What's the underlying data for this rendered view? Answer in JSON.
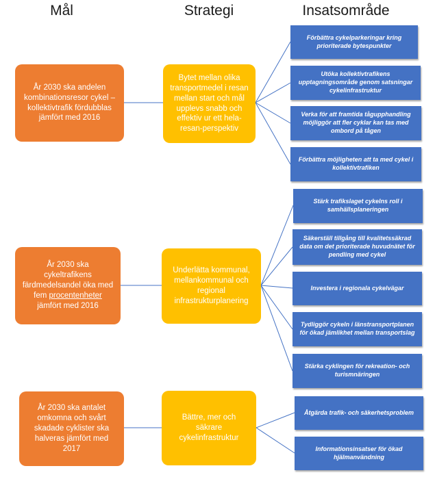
{
  "headers": {
    "goal": "Mål",
    "strategy": "Strategi",
    "area": "Insatsområde"
  },
  "groups": [
    {
      "goal": "År 2030 ska andelen kombinationsresor cykel – kollektivtrafik fördubblas jämfört med 2016",
      "strategy": "Bytet mellan olika transportmedel i resan mellan start och mål upplevs snabb och effektiv ur ett hela-resan-perspektiv",
      "areas": [
        "Förbättra cykelparkeringar kring prioriterade bytespunkter",
        "Utöka kollektivtrafikens upptagningsområde genom satsningar cykelinfrastruktur",
        "Verka för att framtida tågupphandling möjliggör att fler cyklar kan tas med ombord på tågen",
        "Förbättra möjligheten att ta med cykel i kollektivtrafiken"
      ]
    },
    {
      "goal_pre": "År 2030 ska cykeltrafikens färdmedelsandel öka med fem ",
      "goal_underlined": "procentenheter",
      "goal_post": " jämfört med 2016",
      "strategy": "Underlätta kommunal, mellankommunal och regional infrastrukturplanering",
      "areas": [
        "Stärk trafikslaget cykelns roll i samhällsplaneringen",
        "Säkerställ tillgång till kvalitetssäkrad data om det prioriterade huvudnätet för pendling med cykel",
        "Investera i regionala cykelvägar",
        "Tydliggör cykeln i länstransportplanen för ökad jämlikhet mellan transportslag",
        "Stärka cyklingen för  rekreation- och turismnäringen"
      ]
    },
    {
      "goal": "År 2030 ska antalet omkomna och svårt skadade cyklister ska halveras jämfört med 2017",
      "strategy": "Bättre, mer och säkrare cykelinfrastruktur",
      "areas": [
        "Åtgärda trafik- och säkerhetsproblem",
        "Informationsinsatser för ökad hjälmanvändning"
      ]
    }
  ],
  "colors": {
    "goal": "#ED7D31",
    "strategy": "#FFC000",
    "area": "#4472C4",
    "connector": "#4472C4"
  }
}
